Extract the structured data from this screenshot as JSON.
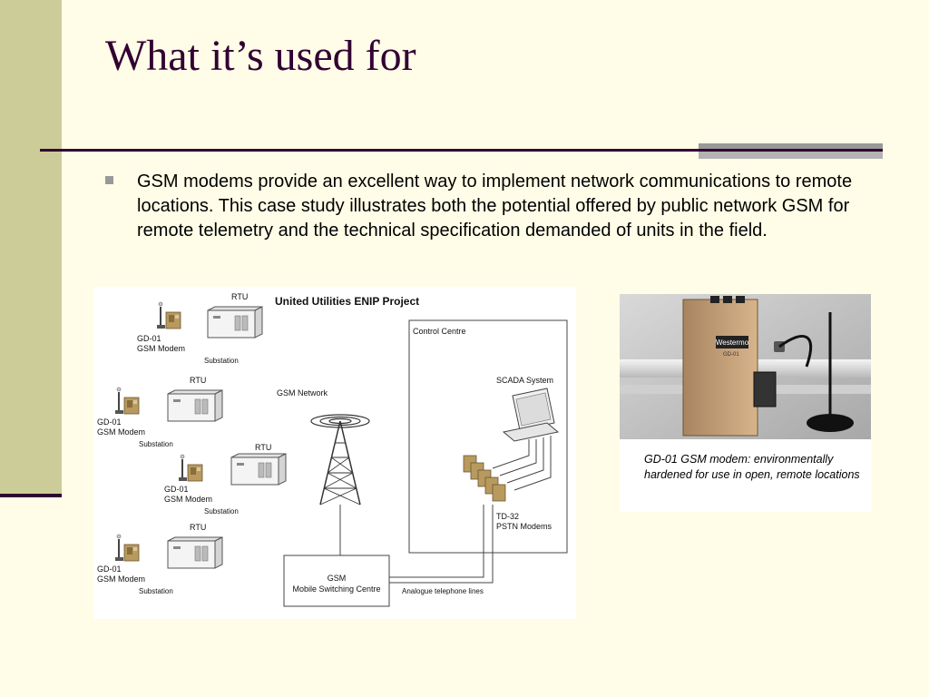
{
  "slide": {
    "title": "What it’s used for",
    "bullet": "GSM modems provide an excellent way to implement network communications to remote locations. This case study illustrates both the potential offered by public network GSM for remote telemetry and the technical specification demanded of units in the field."
  },
  "diagram": {
    "title": "United Utilities ENIP Project",
    "control_centre": "Control Centre",
    "gsm_network": "GSM Network",
    "scada": "SCADA System",
    "pstn_modems_1": "TD-32",
    "pstn_modems_2": "PSTN Modems",
    "msc_1": "GSM",
    "msc_2": "Mobile Switching Centre",
    "analogue_lines": "Analogue telephone lines",
    "stations": [
      {
        "rtu": "RTU",
        "modem_1": "GD-01",
        "modem_2": "GSM Modem",
        "substation": "Substation"
      },
      {
        "rtu": "RTU",
        "modem_1": "GD-01",
        "modem_2": "GSM Modem",
        "substation": "Substation"
      },
      {
        "rtu": "RTU",
        "modem_1": "GD-01",
        "modem_2": "GSM Modem",
        "substation": "Substation"
      },
      {
        "rtu": "RTU",
        "modem_1": "GD-01",
        "modem_2": "GSM Modem",
        "substation": "Substation"
      }
    ]
  },
  "photo": {
    "brand": "Westermo",
    "model": "GD-01",
    "caption": "GD-01 GSM modem: environmentally hardened for use in open, remote locations"
  }
}
